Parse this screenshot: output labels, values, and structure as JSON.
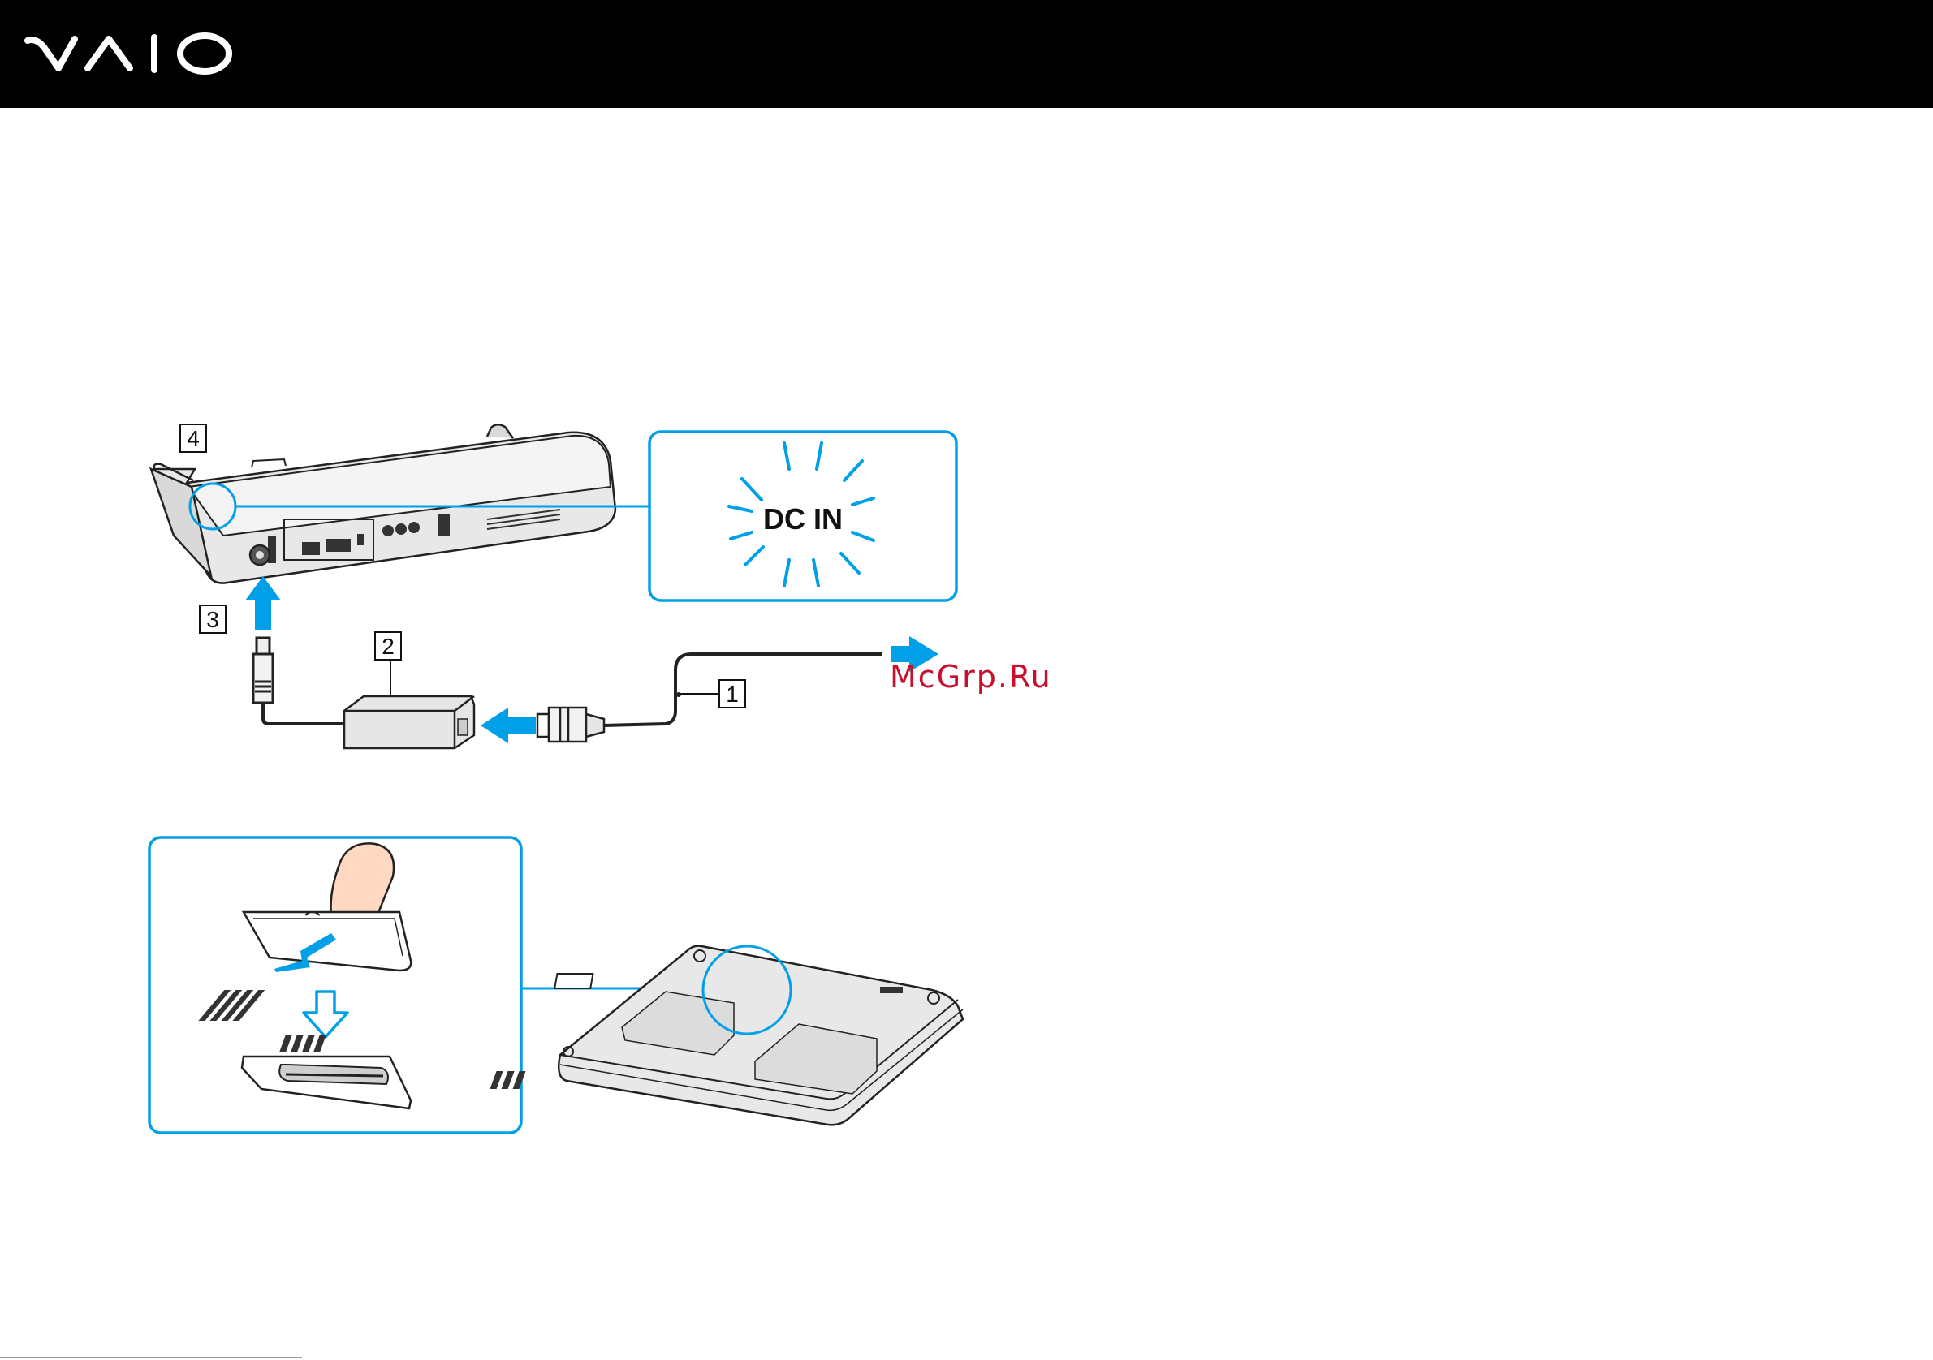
{
  "header": {
    "brand_logo": "VAIO",
    "background": "#000000"
  },
  "figure_top": {
    "callout_label": "DC IN",
    "steps": [
      "1",
      "2",
      "3",
      "4"
    ],
    "accent_color": "#00a0e9"
  },
  "figure_bottom": {
    "icons": [
      "finger-press-icon",
      "cover-slide-icon",
      "down-outline-arrow-icon",
      "laptop-underside-icon"
    ]
  },
  "watermark": {
    "text": "McGrp.Ru",
    "color": "#c8102e"
  }
}
